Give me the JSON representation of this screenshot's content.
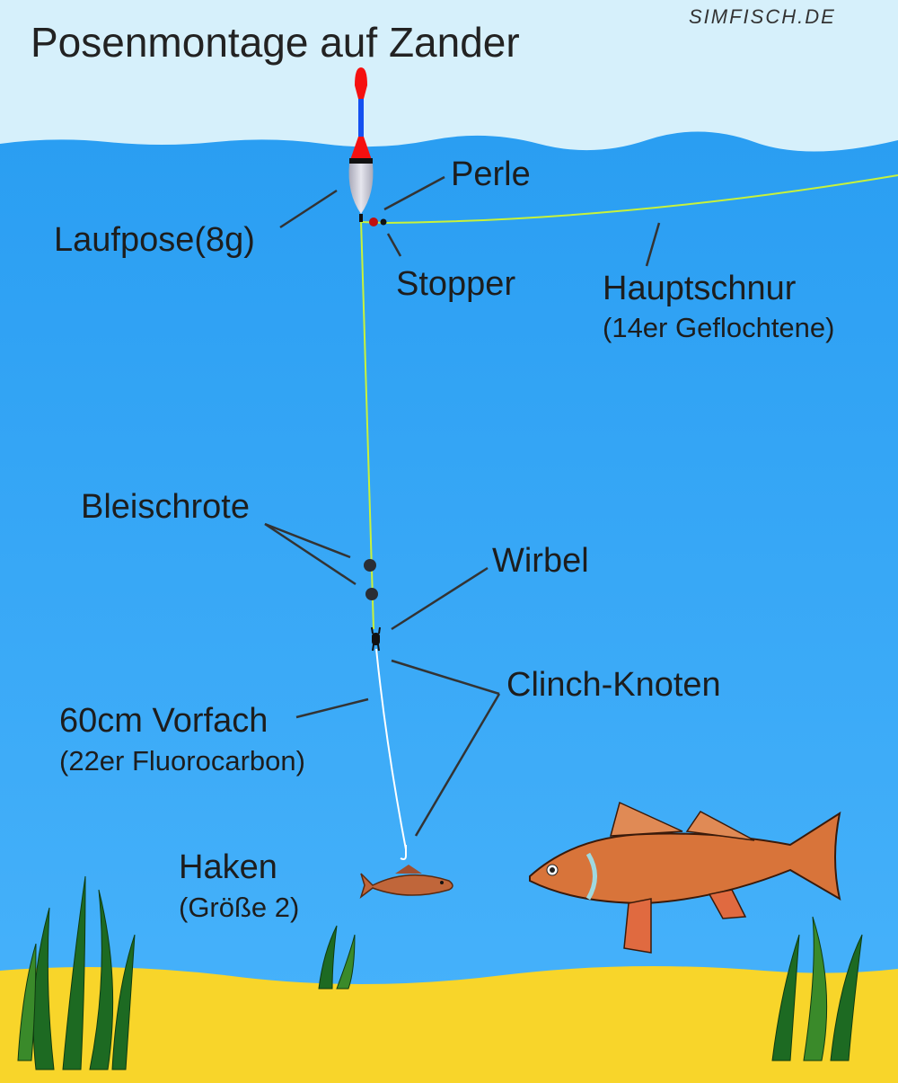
{
  "title": "Posenmontage auf Zander",
  "watermark": "SIMFISCH.DE",
  "labels": {
    "perle": "Perle",
    "laufpose": "Laufpose(8g)",
    "stopper": "Stopper",
    "hauptschnur": "Hauptschnur",
    "hauptschnur_sub": "(14er Geflochtene)",
    "bleischrote": "Bleischrote",
    "wirbel": "Wirbel",
    "clinch": "Clinch-Knoten",
    "vorfach": "60cm Vorfach",
    "vorfach_sub": "(22er Fluorocarbon)",
    "haken": "Haken",
    "haken_sub": "(Größe 2)"
  },
  "colors": {
    "sky": "#d6f0fb",
    "water": "#38a8f6",
    "sand": "#f8d52a",
    "line": "#c8f23a",
    "float_tip": "#f51010",
    "float_stem": "#1450f0"
  }
}
